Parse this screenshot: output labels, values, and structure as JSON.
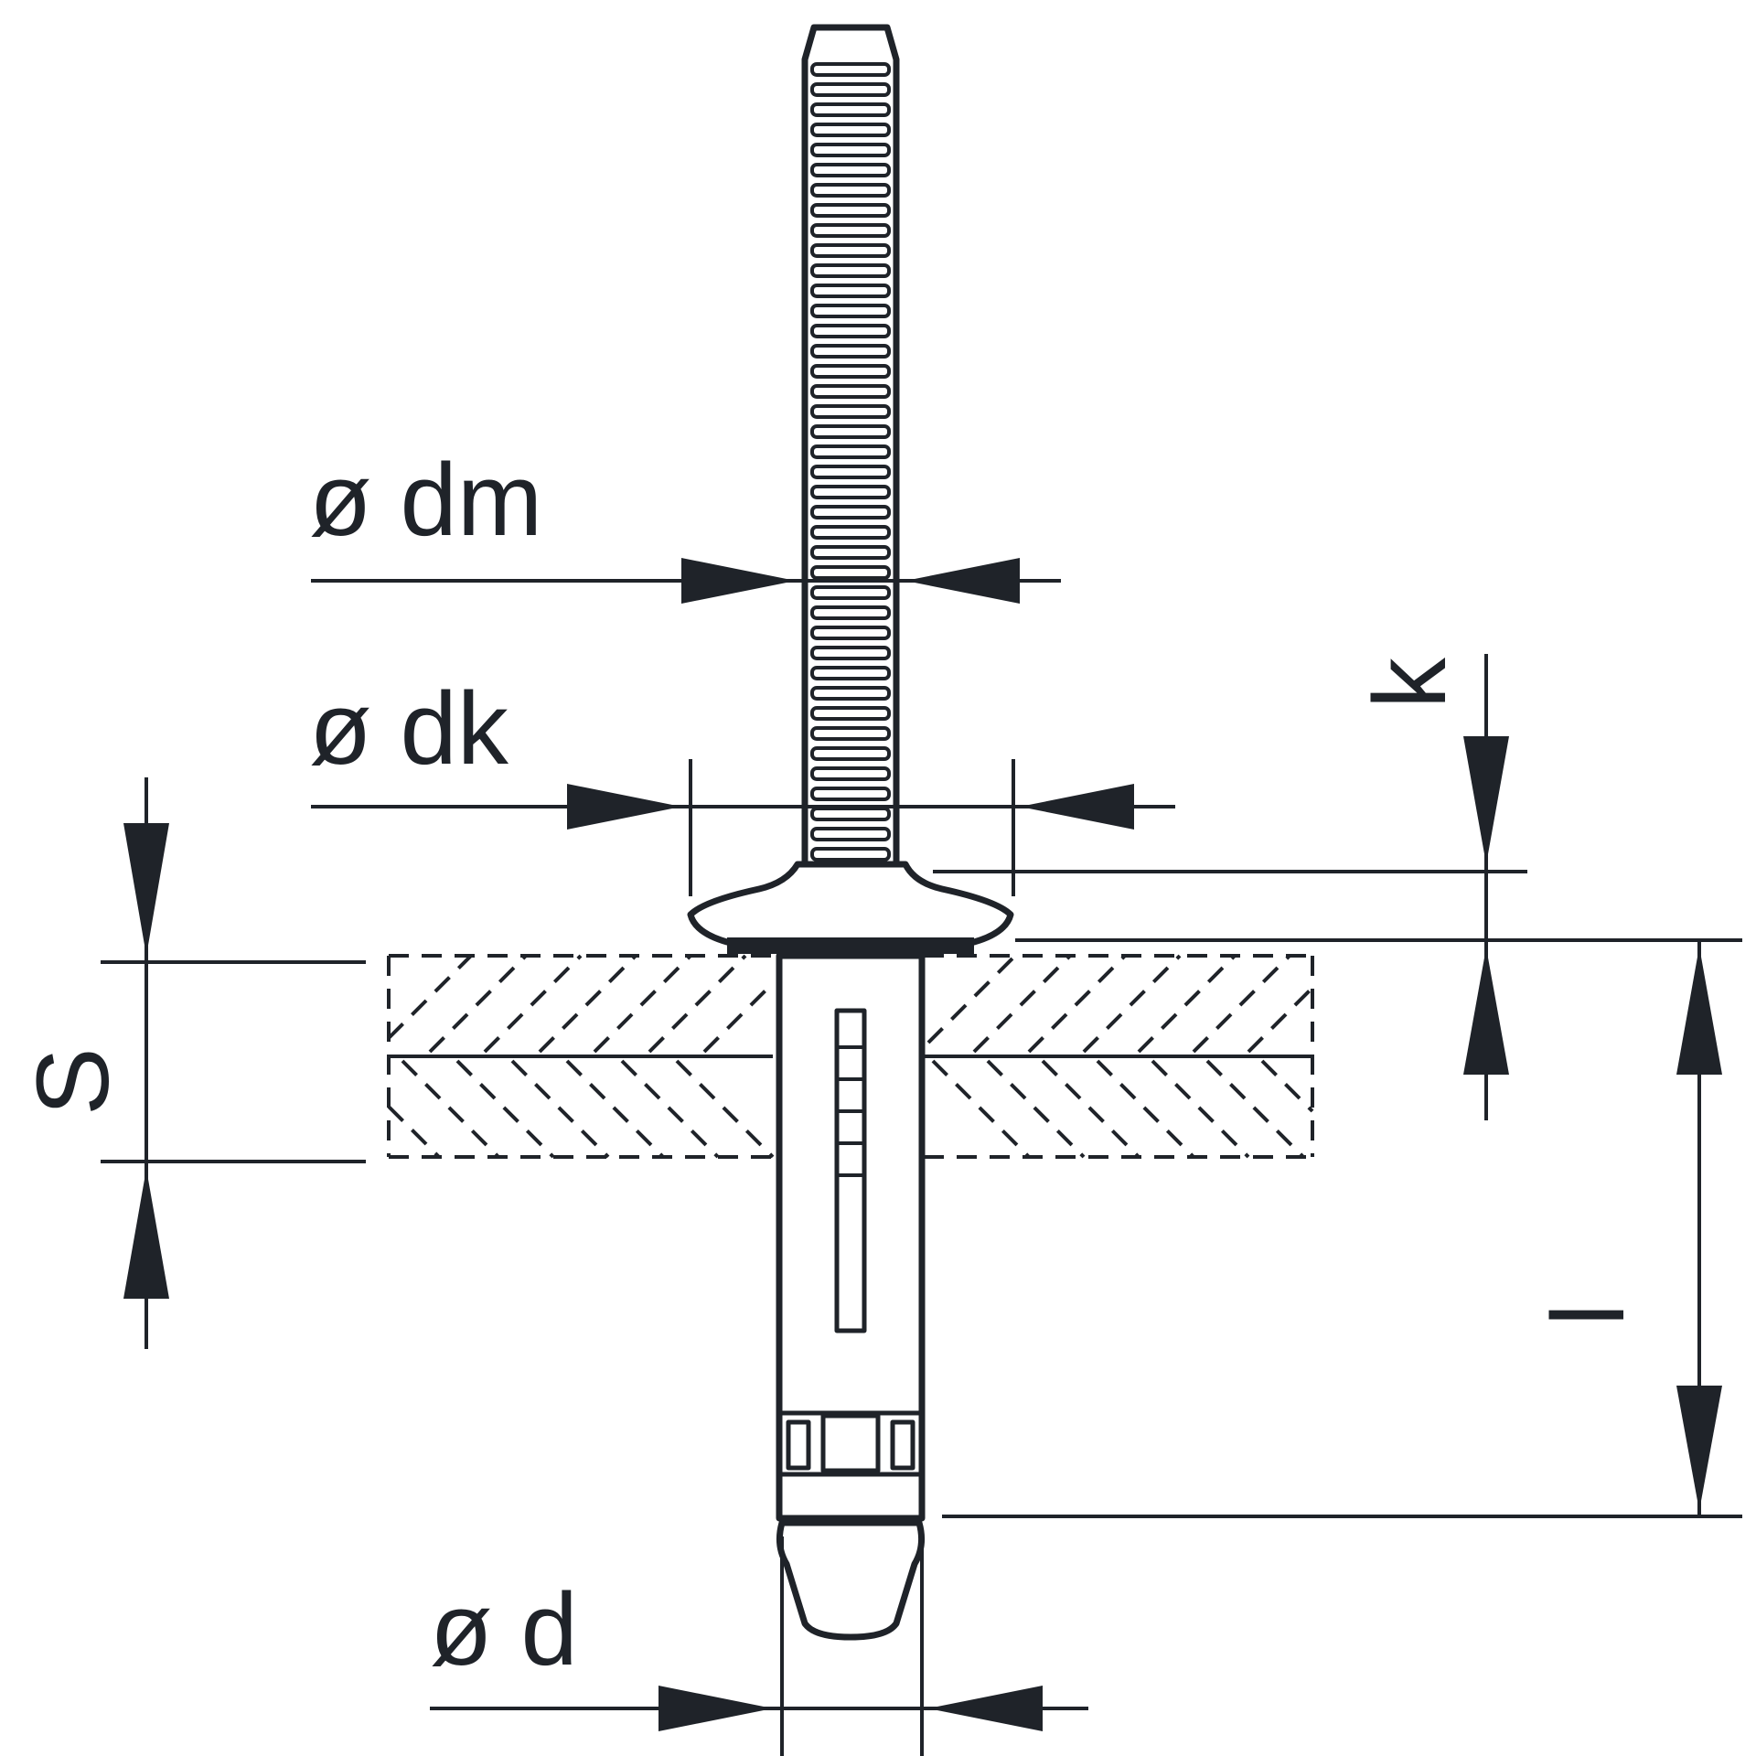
{
  "labels": {
    "dm": "ø dm",
    "dk": "ø dk",
    "k": "k",
    "s": "S",
    "l": "l",
    "d": "ø d"
  },
  "colors": {
    "ink": "#1f2329",
    "background": "#ffffff"
  }
}
